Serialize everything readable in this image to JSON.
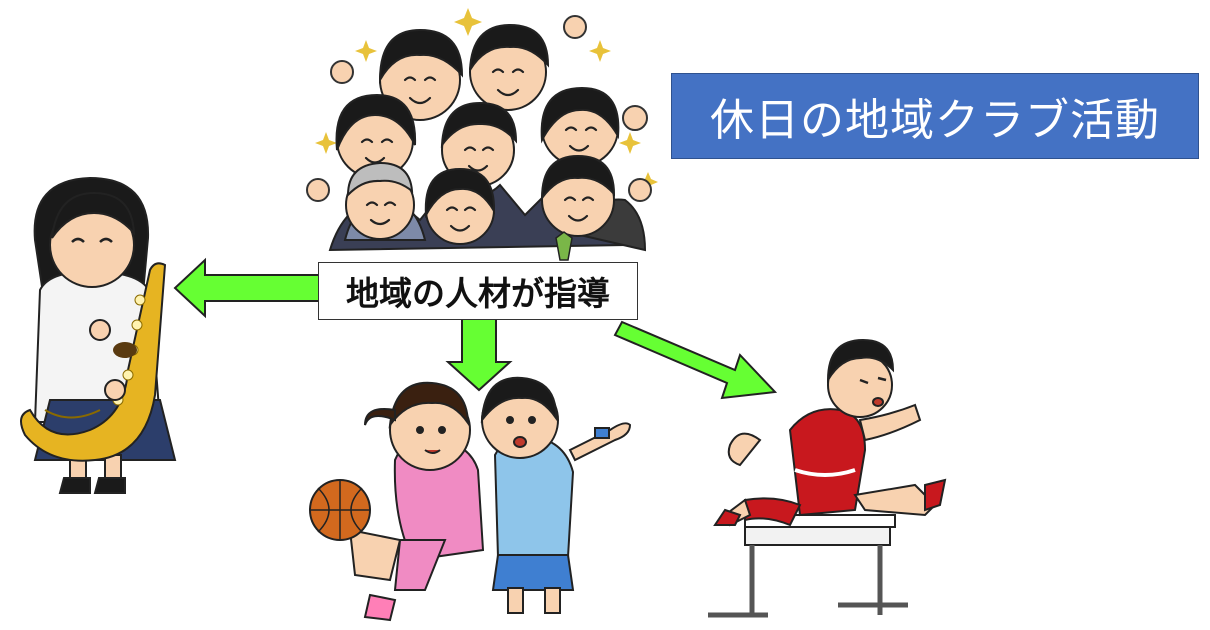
{
  "title": "休日の地域クラブ活動",
  "center_label": "地域の人材が指導",
  "colors": {
    "title_bg": "#4472c4",
    "arrow_fill": "#66ff33",
    "arrow_stroke": "#222222"
  },
  "illustrations": [
    "crowd-of-adults-cheering",
    "student-playing-saxophone",
    "girls-playing-basketball",
    "runner-jumping-hurdle"
  ]
}
